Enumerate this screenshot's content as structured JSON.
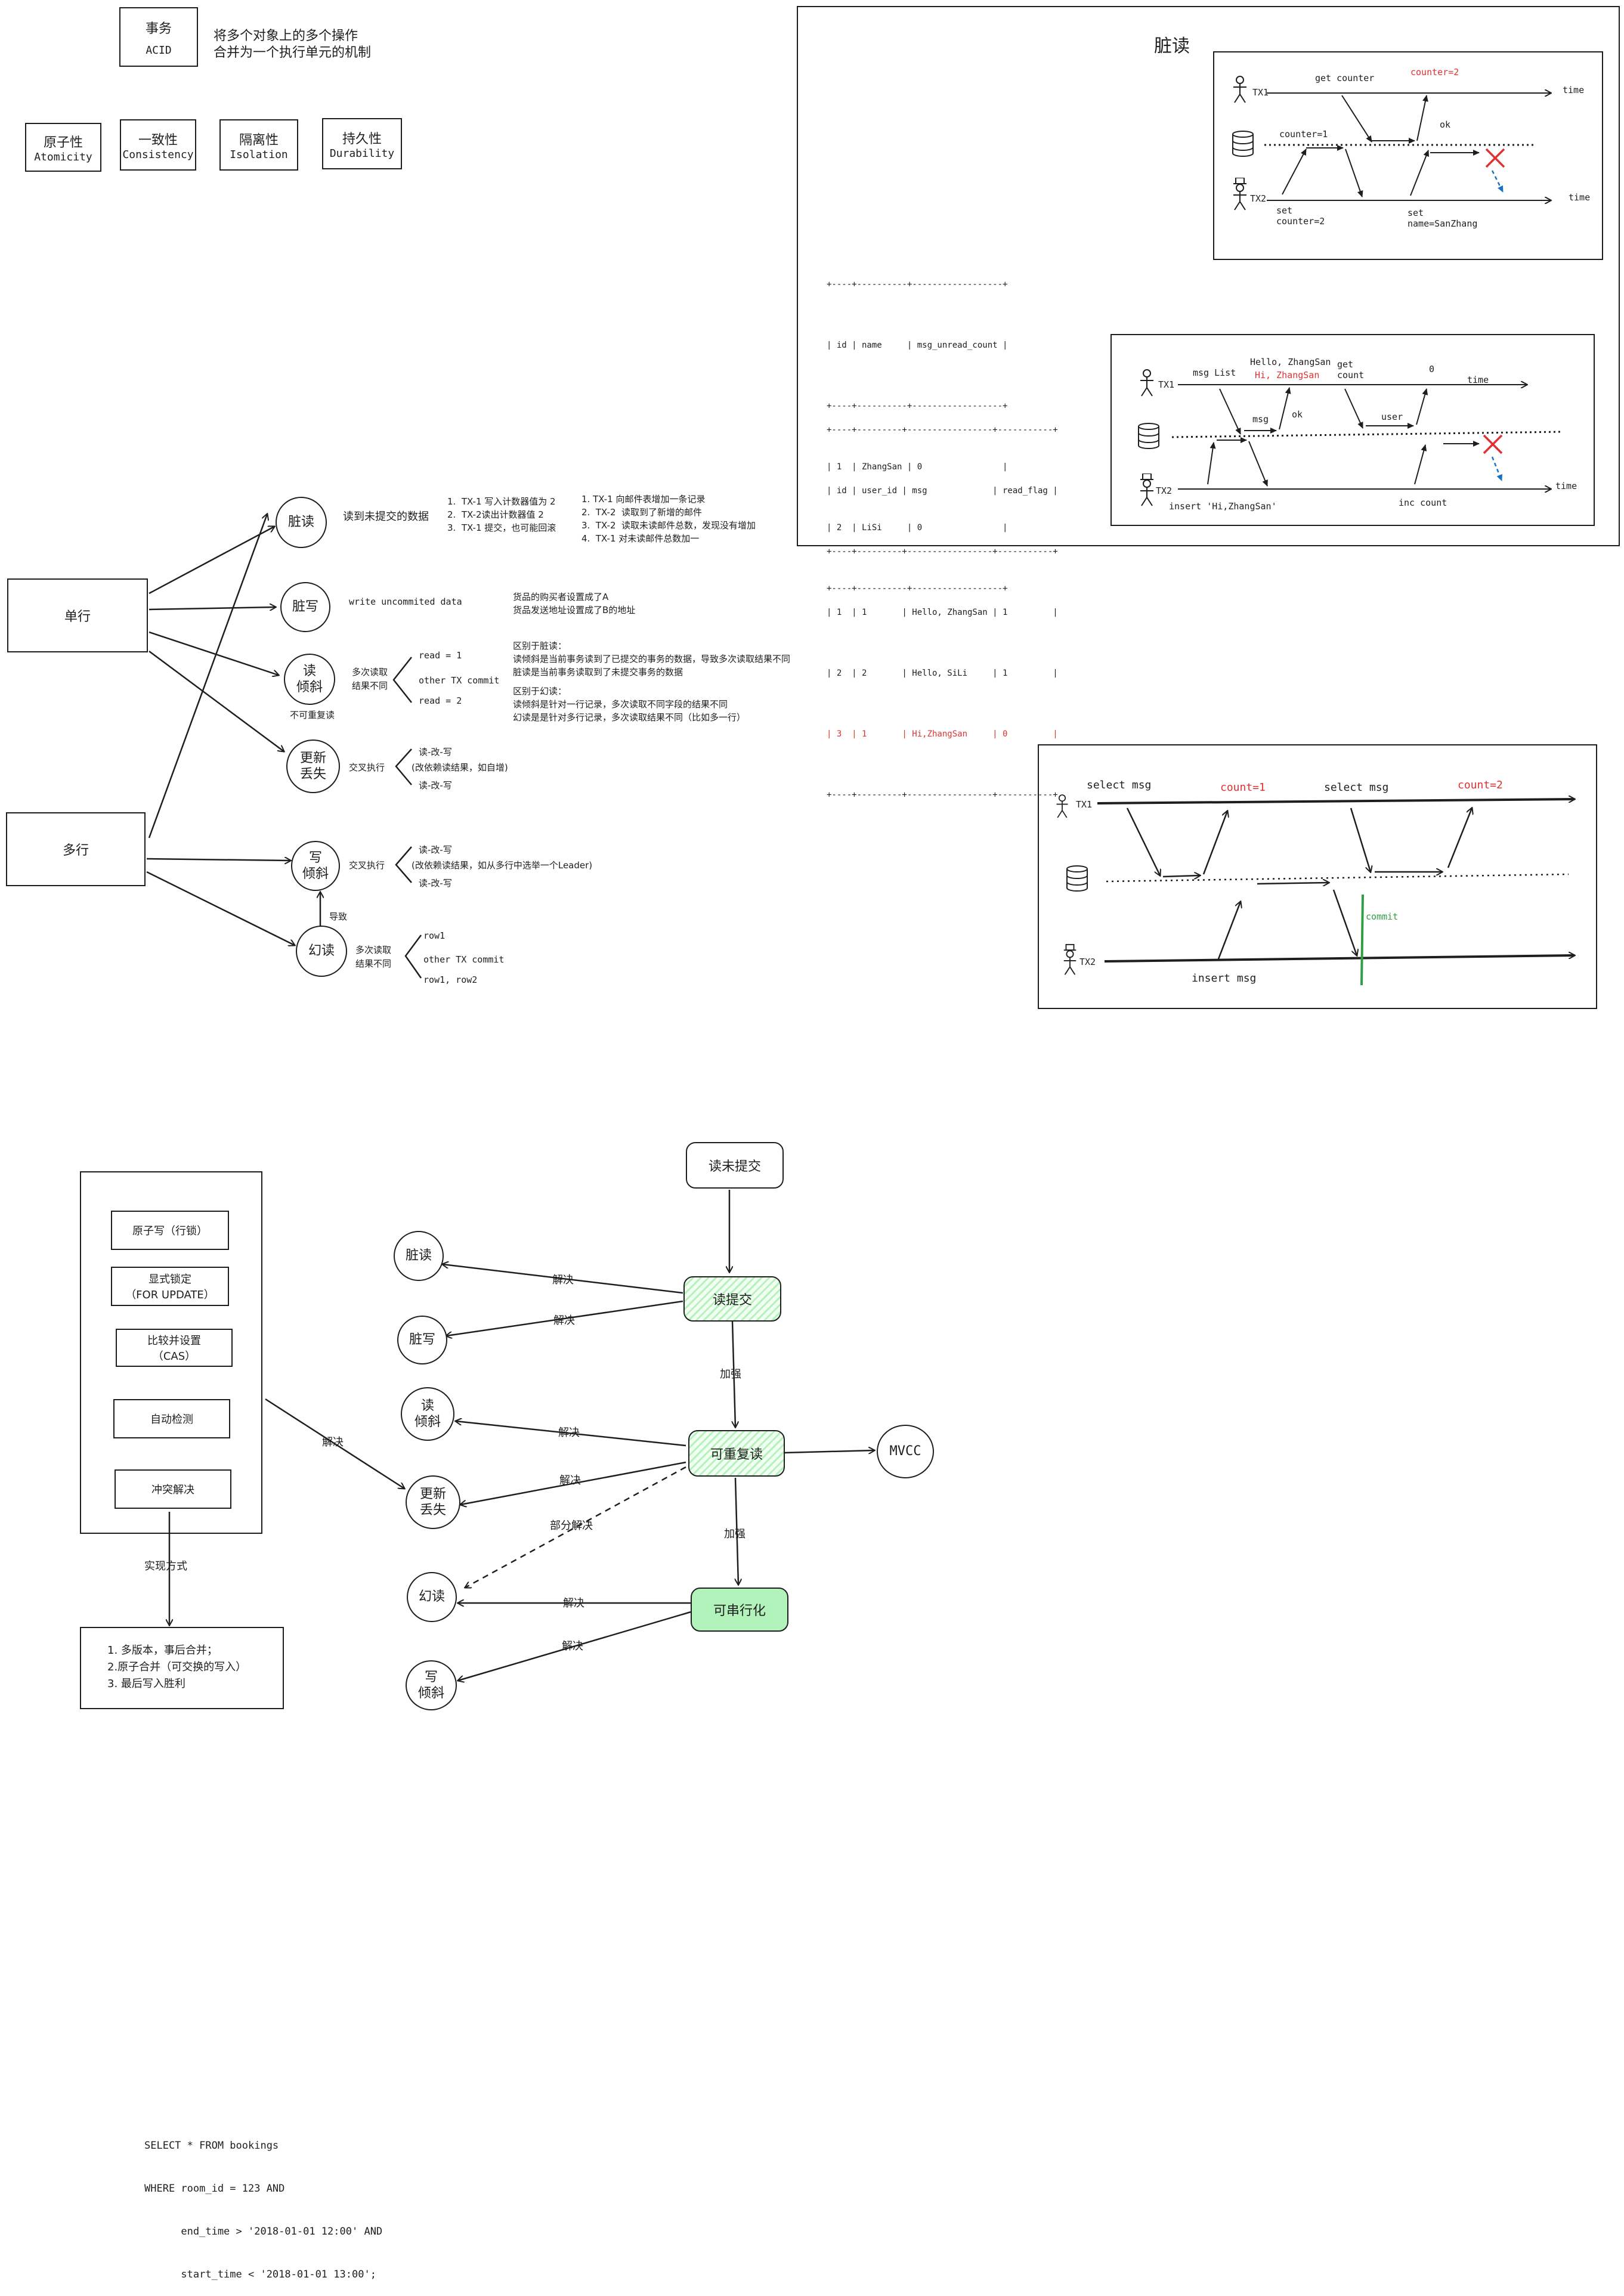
{
  "acid": {
    "title": "事务",
    "subtitle": "ACID",
    "description_line1": "将多个对象上的多个操作",
    "description_line2": "合并为一个执行单元的机制",
    "properties": [
      {
        "zh": "原子性",
        "en": "Atomicity"
      },
      {
        "zh": "一致性",
        "en": "Consistency"
      },
      {
        "zh": "隔离性",
        "en": "Isolation"
      },
      {
        "zh": "持久性",
        "en": "Durability"
      }
    ]
  },
  "anomalies": {
    "single_row": "单行",
    "multi_row": "多行",
    "dirty_read": {
      "label": "脏读",
      "desc": "读到未提交的数据",
      "steps1": [
        "1.  TX-1 写入计数器值为 2",
        "2.  TX-2读出计数器值 2",
        "3.  TX-1 提交，也可能回滚"
      ],
      "steps2": [
        "1. TX-1 向邮件表增加一条记录",
        "2.  TX-2  读取到了新增的邮件",
        "3.  TX-2  读取未读邮件总数，发现没有增加",
        "4.  TX-1 对未读邮件总数加一"
      ]
    },
    "dirty_write": {
      "label": "脏写",
      "desc": "write uncommited data",
      "example": [
        "货品的购买者设置成了A",
        "货品发送地址设置成了B的地址"
      ]
    },
    "read_skew": {
      "label": "读\n倾斜",
      "sublabel": "不可重复读",
      "desc": "多次读取\n结果不同",
      "branches": [
        "read = 1",
        "other TX commit",
        "read = 2"
      ],
      "diff": [
        "区别于脏读：",
        "读倾斜是当前事务读到了已提交的事务的数据，导致多次读取结果不同",
        "脏读是当前事务读取到了未提交事务的数据",
        "",
        "区别于幻读：",
        "读倾斜是针对一行记录，多次读取不同字段的结果不同",
        "幻读是是针对多行记录，多次读取结果不同（比如多一行）"
      ]
    },
    "lost_update": {
      "label": "更新\n丢失",
      "desc": "交叉执行",
      "branches": [
        "读-改-写",
        "(改依赖读结果，如自增)",
        "读-改-写"
      ]
    },
    "write_skew": {
      "label": "写\n倾斜",
      "desc": "交叉执行",
      "branches": [
        "读-改-写",
        "(改依赖读结果，如从多行中选举一个Leader)",
        "读-改-写"
      ]
    },
    "phantom": {
      "label": "幻读",
      "desc": "多次读取\n结果不同",
      "cause": "导致",
      "branches": [
        "row1",
        "other TX commit",
        "row1, row2"
      ]
    }
  },
  "dirty_read_panel": {
    "title": "脏读",
    "diagram1": {
      "tx1": "TX1",
      "tx2": "TX2",
      "time": "time",
      "labels": {
        "get_counter": "get counter",
        "counter2_red": "counter=2",
        "counter1": "counter=1",
        "ok": "ok",
        "set_counter": "set\ncounter=2",
        "set_name": "set\nname=SanZhang"
      }
    },
    "table1": [
      "+----+----------+------------------+",
      "| id | name     | msg_unread_count |",
      "+----+----------+------------------+",
      "| 1  | ZhangSan | 0                |",
      "| 2  | LiSi     | 0                |",
      "+----+----------+------------------+"
    ],
    "table2_header": [
      "+----+---------+-----------------+-----------+",
      "| id | user_id | msg             | read_flag |",
      "+----+---------+-----------------+-----------+",
      "| 1  | 1       | Hello, ZhangSan | 1         |",
      "| 2  | 2       | Hello, SiLi     | 1         |"
    ],
    "table2_red_row": "| 3  | 1       | Hi,ZhangSan     | 0         |",
    "table2_footer": "+----+---------+-----------------+-----------+",
    "diagram2": {
      "tx1": "TX1",
      "tx2": "TX2",
      "time": "time",
      "labels": {
        "msg_list": "msg List",
        "hello": "Hello, ZhangSan",
        "hi_red": "Hi, ZhangSan",
        "get_count": "get\ncount",
        "zero": "0",
        "msg": "msg",
        "ok": "ok",
        "user": "user",
        "insert": "insert 'Hi,ZhangSan'",
        "inc_count": "inc count"
      }
    }
  },
  "phantom_panel": {
    "tx1": "TX1",
    "tx2": "TX2",
    "select1": "select msg",
    "count1": "count=1",
    "select2": "select msg",
    "count2": "count=2",
    "commit": "commit",
    "insert": "insert msg"
  },
  "isolation": {
    "read_uncommitted": "读未提交",
    "read_committed": "读提交",
    "repeatable_read": "可重复读",
    "serializable": "可串行化",
    "mvcc": "MVCC",
    "strengthen": "加强",
    "resolve": "解决",
    "partial_resolve": "部分解决",
    "nodes": {
      "dirty_read": "脏读",
      "dirty_write": "脏写",
      "read_skew": "读\n倾斜",
      "lost_update": "更新\n丢失",
      "phantom": "幻读",
      "write_skew": "写\n倾斜"
    },
    "mechanisms": [
      "原子写（行锁）",
      "显式锁定\n（FOR UPDATE）",
      "比较并设置\n（CAS）",
      "自动检测",
      "冲突解决"
    ],
    "impl_label": "实现方式",
    "impl_list": [
      "1. 多版本，事后合并；",
      "2.原子合并（可交换的写入）",
      "3. 最后写入胜利"
    ]
  },
  "sql": [
    "SELECT * FROM bookings",
    "WHERE room_id = 123 AND",
    "      end_time > '2018-01-01 12:00' AND",
    "      start_time < '2018-01-01 13:00';"
  ]
}
